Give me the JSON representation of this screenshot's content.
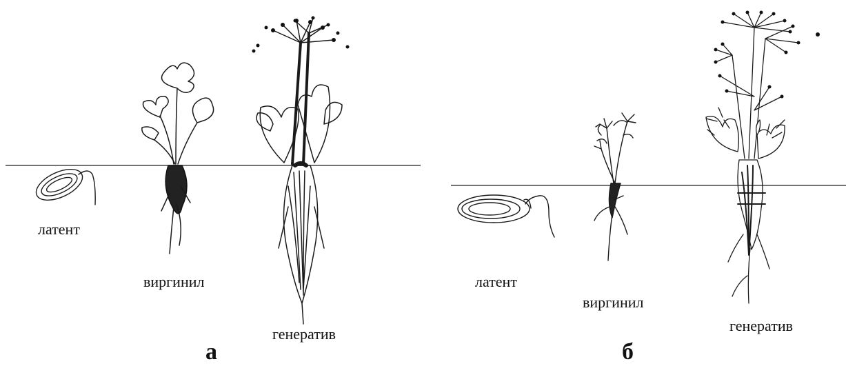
{
  "panels": [
    {
      "letter": "а",
      "stages": [
        "латент",
        "виргинил",
        "генератив"
      ]
    },
    {
      "letter": "б",
      "stages": [
        "латент",
        "виргинил",
        "генератив"
      ]
    }
  ]
}
